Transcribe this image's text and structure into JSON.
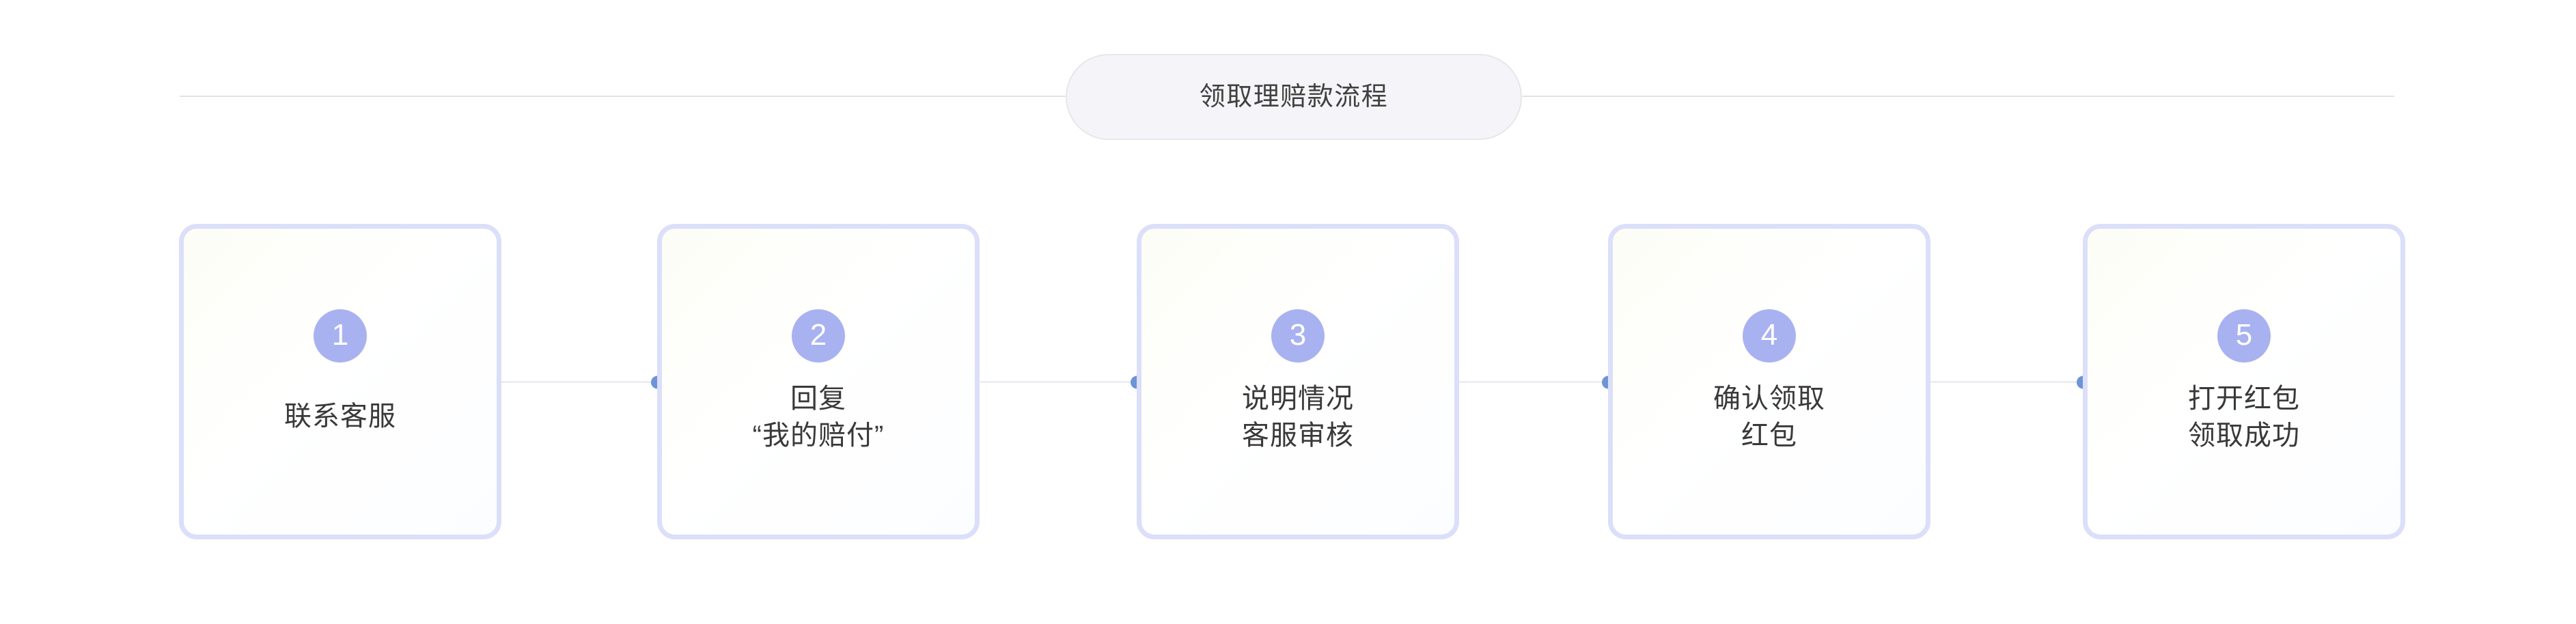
{
  "header": {
    "title": "领取理赔款流程",
    "rule_color": "#e2e2e6",
    "pill_fill": "#f5f5f9",
    "pill_border": "#e6e6ec"
  },
  "theme": {
    "card_border": "#dcdffa",
    "badge_fill": "#a9b2f0",
    "badge_text": "#ffffff",
    "label_text": "#39393a",
    "connector_line": "#ededf4",
    "connector_dot": "#6d94d4",
    "page_background": "#ffffff"
  },
  "flow": {
    "steps": [
      {
        "number": "1",
        "lines": [
          "联系客服"
        ]
      },
      {
        "number": "2",
        "lines": [
          "回复",
          "“我的赔付”"
        ]
      },
      {
        "number": "3",
        "lines": [
          "说明情况",
          "客服审核"
        ]
      },
      {
        "number": "4",
        "lines": [
          "确认领取",
          "红包"
        ]
      },
      {
        "number": "5",
        "lines": [
          "打开红包",
          "领取成功"
        ]
      }
    ],
    "connector_count": 4
  }
}
